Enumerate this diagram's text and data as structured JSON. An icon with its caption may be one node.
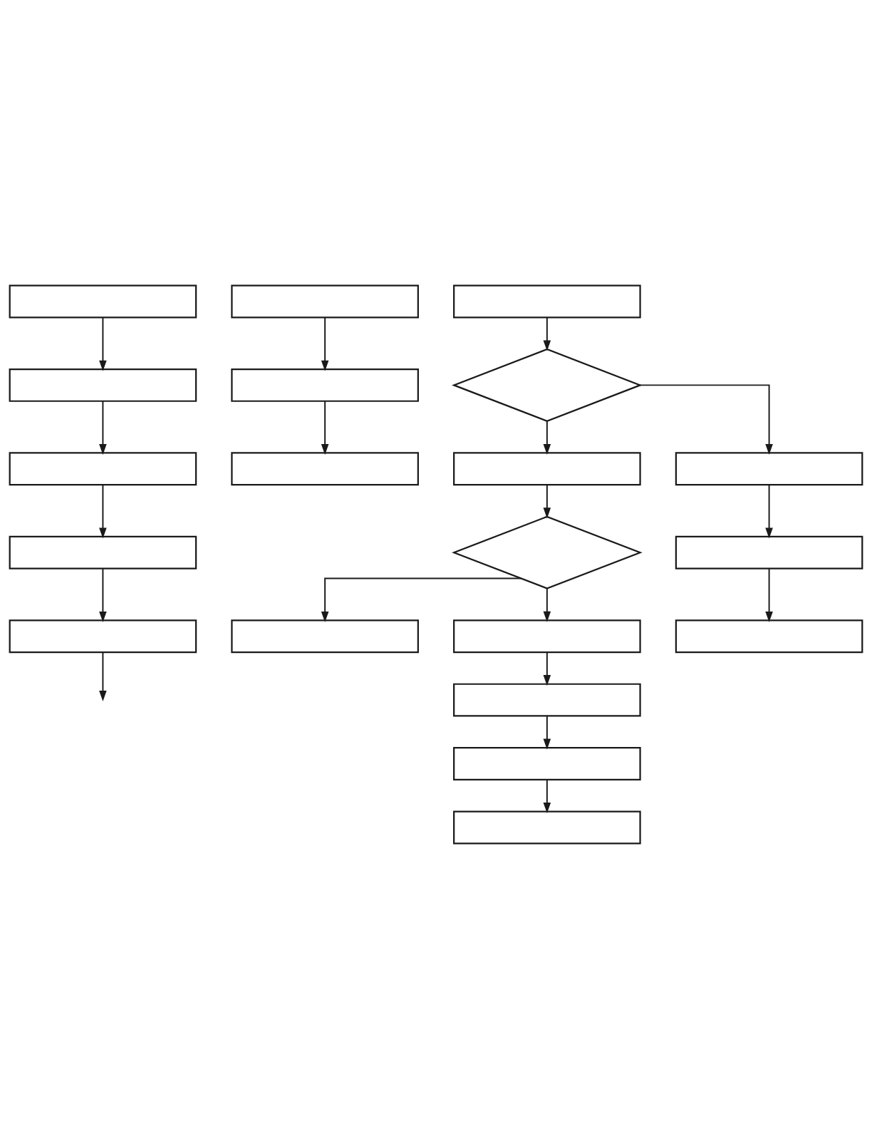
{
  "diagram": {
    "nodes": [
      {
        "text": [],
        "shape": "box"
      },
      {
        "text": [],
        "shape": "box"
      },
      {
        "text": [],
        "shape": "box"
      },
      {
        "text": [],
        "shape": "box"
      },
      {
        "text": [],
        "shape": "box"
      },
      {
        "text": [],
        "shape": "box"
      },
      {
        "text": [],
        "shape": "box"
      },
      {
        "text": [],
        "shape": "box"
      },
      {
        "text": [],
        "shape": "box"
      },
      {
        "text": [],
        "shape": "diamond"
      },
      {
        "text": [],
        "shape": "box"
      },
      {
        "text": [],
        "shape": "diamond"
      },
      {
        "text": [],
        "shape": "box"
      },
      {
        "text": [],
        "shape": "box"
      },
      {
        "text": [],
        "shape": "box"
      },
      {
        "text": [],
        "shape": "box"
      },
      {
        "text": [],
        "shape": "box"
      },
      {
        "text": [],
        "shape": "box"
      },
      {
        "text": [],
        "shape": "box"
      },
      {
        "text": [],
        "shape": "box"
      }
    ],
    "edges": [
      {
        "from": 0,
        "to": 1,
        "arrow": "to"
      },
      {
        "from": 1,
        "to": 2,
        "arrow": "to"
      },
      {
        "from": 2,
        "to": 3,
        "arrow": "to"
      },
      {
        "from": 3,
        "to": 4,
        "arrow": "to"
      },
      {
        "from": 4,
        "to": null,
        "arrow": "to"
      },
      {
        "from": 5,
        "to": 6,
        "arrow": "to"
      },
      {
        "from": 6,
        "to": 7,
        "arrow": "to"
      },
      {
        "from": 8,
        "to": 9,
        "arrow": "to"
      },
      {
        "from": 9,
        "to": 13,
        "arrow": "to"
      },
      {
        "from": 9,
        "to": 10,
        "arrow": "to"
      },
      {
        "from": 13,
        "to": 14,
        "arrow": "to"
      },
      {
        "from": 14,
        "to": 15,
        "arrow": "to"
      },
      {
        "from": 10,
        "to": 11,
        "arrow": "to"
      },
      {
        "from": 11,
        "to": 16,
        "arrow": "to"
      },
      {
        "from": 11,
        "to": 12,
        "arrow": "to"
      },
      {
        "from": 16,
        "to": 17,
        "arrow": "to"
      },
      {
        "from": 17,
        "to": 18,
        "arrow": "to"
      },
      {
        "from": 18,
        "to": 19,
        "arrow": "to"
      }
    ]
  }
}
